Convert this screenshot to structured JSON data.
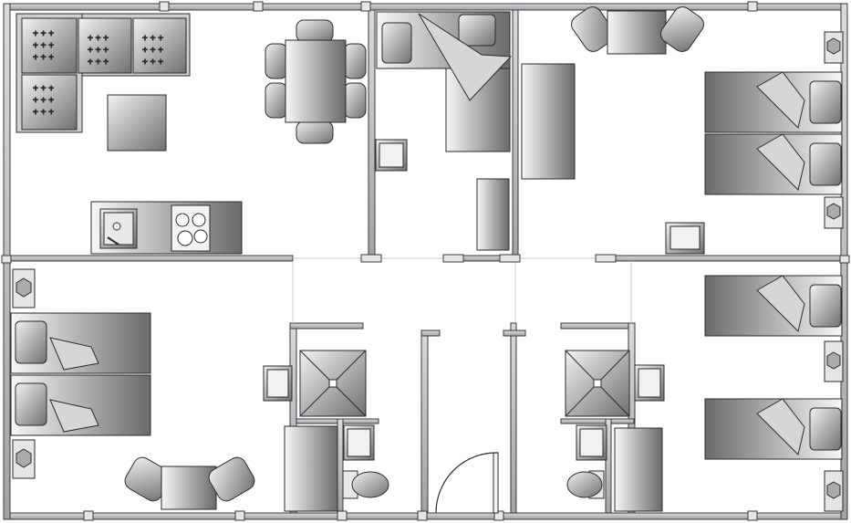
{
  "plan": {
    "kind": "floor-plan",
    "rooms": [
      "living-kitchen",
      "bedroom-single",
      "bedroom-twin-north",
      "bedroom-twin-west",
      "bathroom-west",
      "corridor",
      "bathroom-east",
      "bedroom-twin-east"
    ],
    "fixtures": [
      "sofa",
      "coffee-table",
      "dining-table",
      "dining-chair",
      "kitchen-sink",
      "cooktop",
      "bed",
      "pillow",
      "nightstand",
      "wardrobe",
      "washbasin",
      "shower",
      "toilet",
      "armchair",
      "door"
    ],
    "colors": {
      "wall": "#b9bec4",
      "wall_stroke": "#3a3a3a",
      "furniture_light": "#f4f4f4",
      "furniture_dark": "#6f6f6f",
      "line": "#2b2b2b"
    }
  }
}
